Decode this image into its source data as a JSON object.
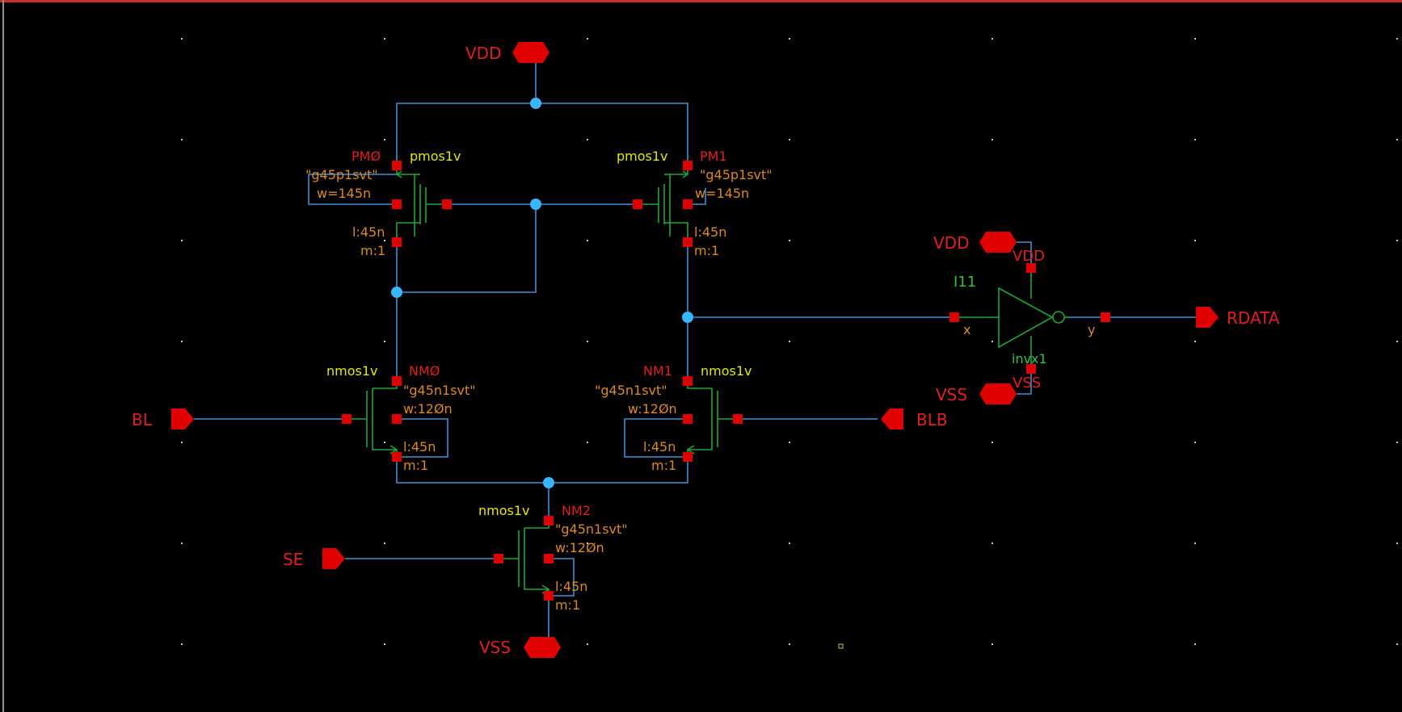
{
  "colors": {
    "background": "#000000",
    "grid_dot": "#c8c8c8",
    "wire": "#3f8fd6",
    "junction": "#38b6ff",
    "device": "#1fa63a",
    "pin": "#e00000",
    "pin_label": "#e02020",
    "instance_name": "#e02020",
    "device_type": "#e6e600",
    "param": "#d98a22",
    "symbol_label": "#2fc24a",
    "instance_id": "#30c040",
    "border": "#b0b0b0",
    "top_edge": "#c83030"
  },
  "pins": {
    "vdd_top": "VDD",
    "vdd_inv": "VDD",
    "vss_bottom": "VSS",
    "vss_inv": "VSS",
    "bl": "BL",
    "blb": "BLB",
    "se": "SE",
    "rdata": "RDATA"
  },
  "devices": {
    "pm0": {
      "name": "PMØ",
      "type": "pmos1v",
      "model": "\"g45p1svt\"",
      "w": "w=145n",
      "l": "l:45n",
      "m": "m:1"
    },
    "pm1": {
      "name": "PM1",
      "type": "pmos1v",
      "model": "\"g45p1svt\"",
      "w": "w=145n",
      "l": "l:45n",
      "m": "m:1"
    },
    "nm0": {
      "name": "NMØ",
      "type": "nmos1v",
      "model": "\"g45n1svt\"",
      "w": "w:12Øn",
      "l": "l:45n",
      "m": "m:1"
    },
    "nm1": {
      "name": "NM1",
      "type": "nmos1v",
      "model": "\"g45n1svt\"",
      "w": "w:12Øn",
      "l": "l:45n",
      "m": "m:1"
    },
    "nm2": {
      "name": "NM2",
      "type": "nmos1v",
      "model": "\"g45n1svt\"",
      "w": "w:12Øn",
      "l": "l:45n",
      "m": "m:1"
    }
  },
  "inverter": {
    "instance": "I11",
    "cell": "invx1",
    "pin_vdd": "VDD",
    "pin_vss": "VSS",
    "pin_in": "x",
    "pin_out": "y"
  }
}
